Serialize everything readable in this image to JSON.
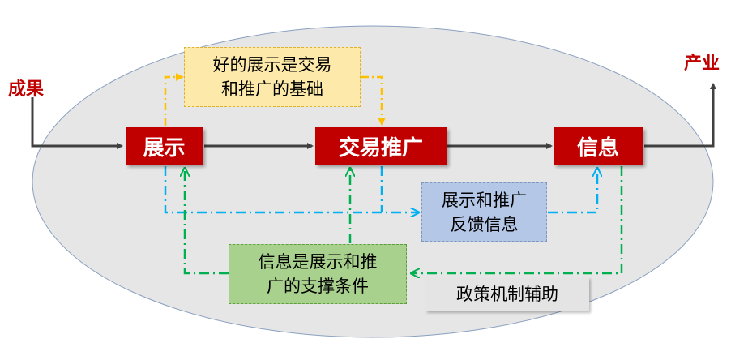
{
  "labels": {
    "left": "成果",
    "right": "产业"
  },
  "nodes": {
    "display": "展示",
    "trade": "交易推广",
    "info": "信息"
  },
  "notes": {
    "top": {
      "line1": "好的展示是交易",
      "line2": "和推广的基础"
    },
    "feedback": {
      "line1": "展示和推广",
      "line2": "反馈信息"
    },
    "support": {
      "line1": "信息是展示和推",
      "line2": "广的支撑条件"
    },
    "policy": "政策机制辅助"
  },
  "colors": {
    "node_red": "#c00000",
    "main_arrow": "#404040",
    "orange": "#ffc000",
    "blue": "#00b0f0",
    "green": "#00b050",
    "ellipse_fill": "#e6e6e6",
    "top_note_fill": "#fde9a9",
    "feedback_fill": "#b4c7e7",
    "support_fill": "#a9d18e",
    "policy_fill": "#e4e4e4"
  }
}
